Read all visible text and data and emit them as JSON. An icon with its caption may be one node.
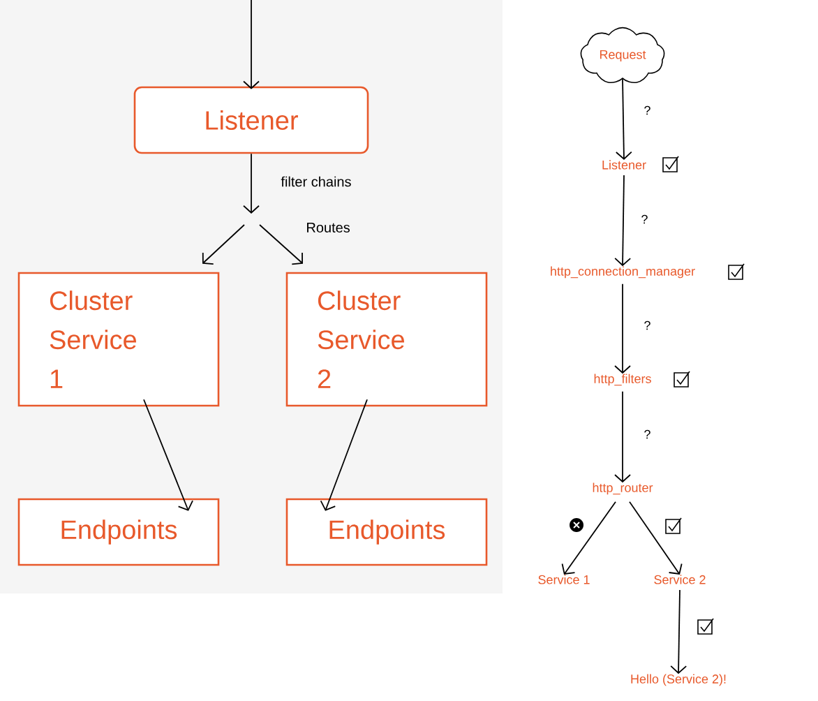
{
  "diagram": {
    "nodes": [
      {
        "text": [
          "Listener"
        ]
      },
      {
        "text": [
          "Cluster Service 1"
        ]
      },
      {
        "text": [
          "Cluster Service 2"
        ]
      },
      {
        "text": [
          "Endpoints"
        ]
      },
      {
        "text": [
          "Endpoints"
        ]
      },
      {
        "text": [
          "Request"
        ]
      },
      {
        "text": [
          "Listener"
        ]
      },
      {
        "text": [
          "http_connection_manager"
        ]
      },
      {
        "text": [
          "http_filters"
        ]
      },
      {
        "text": [
          "http_router"
        ]
      },
      {
        "text": [
          "Service 1"
        ]
      },
      {
        "text": [
          "Service 2"
        ]
      },
      {
        "text": [
          "Hello (Service 2)!"
        ]
      }
    ],
    "edges": [
      {
        "from": null,
        "to": 0,
        "arrow": "to"
      },
      {
        "from": 0,
        "to": null,
        "arrow": "to",
        "label": "filter chains"
      },
      {
        "from": null,
        "to": 1,
        "arrow": "to"
      },
      {
        "from": null,
        "to": 2,
        "arrow": "to",
        "label": "Routes"
      },
      {
        "from": 1,
        "to": 3,
        "arrow": "to"
      },
      {
        "from": 2,
        "to": 4,
        "arrow": "to"
      },
      {
        "from": 5,
        "to": 6,
        "arrow": "to",
        "label": "?"
      },
      {
        "from": 6,
        "to": 7,
        "arrow": "to",
        "label": "?"
      },
      {
        "from": 7,
        "to": 8,
        "arrow": "to",
        "label": "?"
      },
      {
        "from": 8,
        "to": 9,
        "arrow": "to",
        "label": "?"
      },
      {
        "from": 9,
        "to": 10,
        "arrow": "to"
      },
      {
        "from": 9,
        "to": 11,
        "arrow": "to"
      },
      {
        "from": 11,
        "to": 12,
        "arrow": "to"
      }
    ]
  }
}
